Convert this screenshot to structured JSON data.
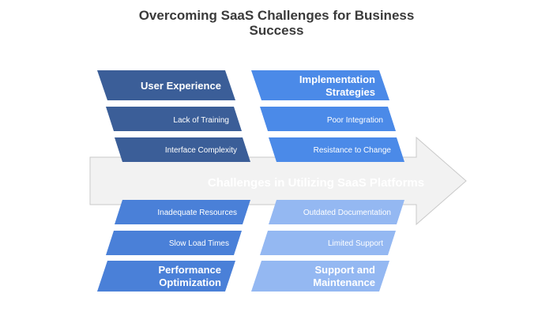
{
  "title": {
    "line1": "Overcoming SaaS Challenges for Business",
    "line2": "Success"
  },
  "spine": {
    "label": "Challenges in Utilizing SaaS Platforms",
    "color": "#f2f2f2",
    "stroke": "#c9c9c9"
  },
  "categories": {
    "user_experience": {
      "label": "User Experience",
      "color": "#3b5e98",
      "causes": [
        "Lack of Training",
        "Interface Complexity"
      ]
    },
    "implementation": {
      "label_line1": "Implementation",
      "label_line2": "Strategies",
      "color": "#4b8ae8",
      "causes": [
        "Poor Integration",
        "Resistance to Change"
      ]
    },
    "performance": {
      "label_line1": "Performance",
      "label_line2": "Optimization",
      "color": "#4a80d8",
      "causes": [
        "Inadequate Resources",
        "Slow Load Times"
      ]
    },
    "support": {
      "label_line1": "Support and",
      "label_line2": "Maintenance",
      "color": "#94b8f2",
      "causes": [
        "Outdated Documentation",
        "Limited Support"
      ]
    }
  }
}
